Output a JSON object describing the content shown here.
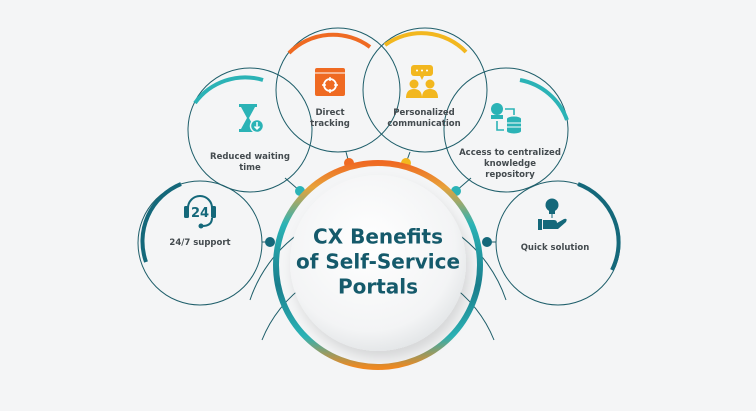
{
  "center": {
    "title_line1": "CX Benefits",
    "title_line2": "of Self-Service",
    "title_line3": "Portals"
  },
  "benefits": [
    {
      "label_line1": "24/7 support",
      "label_line2": "",
      "icon": "headset-24-icon",
      "color": "#14687a"
    },
    {
      "label_line1": "Reduced waiting",
      "label_line2": "time",
      "icon": "hourglass-icon",
      "color": "#2bb3b6"
    },
    {
      "label_line1": "Direct",
      "label_line2": "tracking",
      "icon": "browser-target-icon",
      "color": "#ef6a22"
    },
    {
      "label_line1": "Personalized",
      "label_line2": "communication",
      "icon": "people-chat-icon",
      "color": "#f2b71f"
    },
    {
      "label_line1": "Access to centralized",
      "label_line2": "knowledge",
      "label_line3": "repository",
      "icon": "person-database-icon",
      "color": "#2bb3b6"
    },
    {
      "label_line1": "Quick solution",
      "label_line2": "",
      "icon": "hand-lightbulb-icon",
      "color": "#14687a"
    }
  ],
  "colors": {
    "background": "#f4f5f6",
    "line": "#1e5e6a",
    "dark_teal": "#14687a",
    "teal": "#2bb3b6",
    "orange": "#ef6a22",
    "yellow": "#f2b71f",
    "title": "#155a6b",
    "label": "#444b4f"
  }
}
